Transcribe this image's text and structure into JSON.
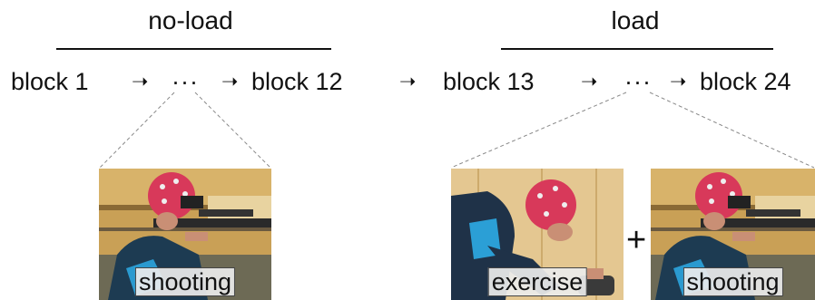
{
  "phases": {
    "noload": "no-load",
    "load": "load"
  },
  "blocks": {
    "b1": "block 1",
    "b12": "block 12",
    "b13": "block 13",
    "b24": "block 24",
    "ellipsis": "···"
  },
  "arrow_glyph": "➝",
  "plus": "+",
  "captions": {
    "shooting_left": "shooting",
    "exercise": "exercise",
    "shooting_right": "shooting"
  }
}
